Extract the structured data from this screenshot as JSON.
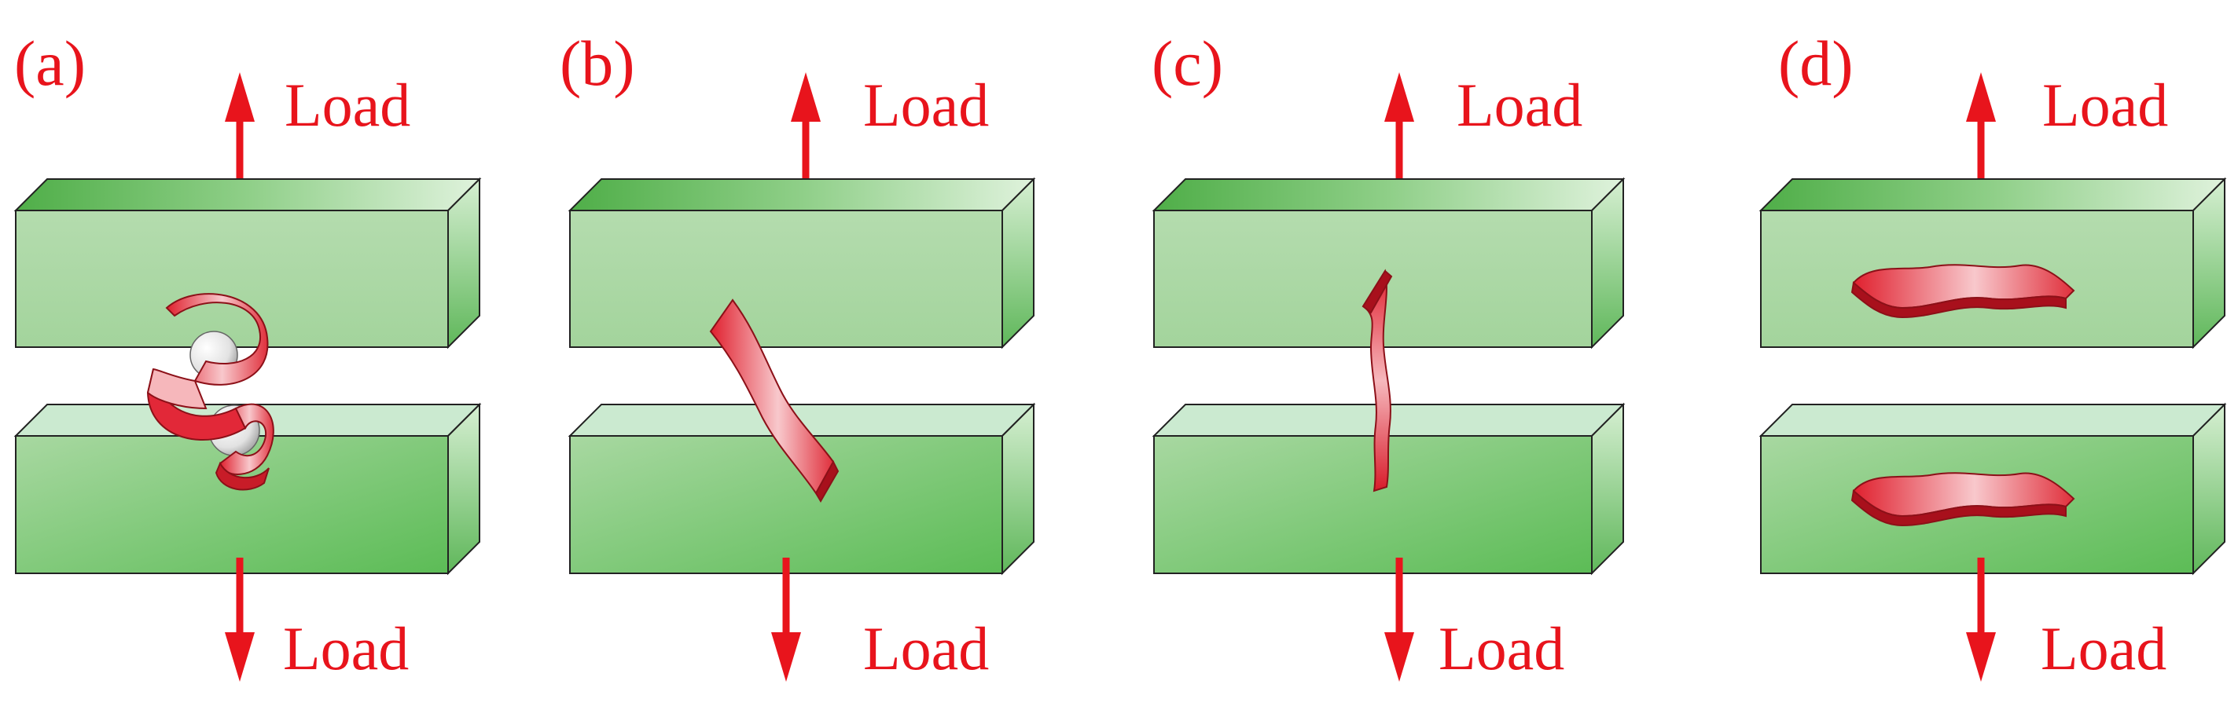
{
  "panels": [
    {
      "label": "(a)",
      "top_load": "Load",
      "bottom_load": "Load",
      "fiber": "helical-ribbon-with-spheres"
    },
    {
      "label": "(b)",
      "top_load": "Load",
      "bottom_load": "Load",
      "fiber": "inclined-wavy-ribbon"
    },
    {
      "label": "(c)",
      "top_load": "Load",
      "bottom_load": "Load",
      "fiber": "vertical-wavy-ribbon"
    },
    {
      "label": "(d)",
      "top_load": "Load",
      "bottom_load": "Load",
      "fiber": "horizontal-wavy-ribbon"
    }
  ],
  "colors": {
    "label": "#e8141c",
    "arrow": "#e8141c",
    "block_front": "#afd9a8",
    "block_top_dark": "#4fb04a",
    "block_side": "#8ccc85",
    "block_bottom_front": "#6fc26a",
    "ribbon": "#e83040",
    "ribbon_light": "#f6b7bb",
    "ribbon_dark": "#b81420",
    "outline": "#222222"
  }
}
